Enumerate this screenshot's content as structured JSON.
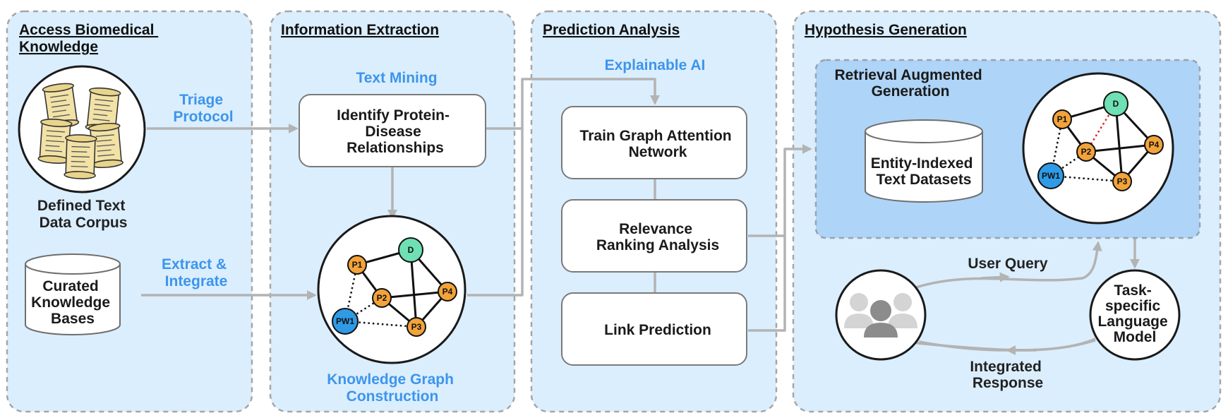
{
  "panels": [
    {
      "title_lines": [
        "Access Biomedical",
        "Knowledge"
      ]
    },
    {
      "title_lines": [
        "Information Extraction"
      ]
    },
    {
      "title_lines": [
        "Prediction Analysis"
      ]
    },
    {
      "title_lines": [
        "Hypothesis Generation"
      ]
    }
  ],
  "access": {
    "corpus_caption": [
      "Defined Text",
      "Data Corpus"
    ],
    "kb_caption": [
      "Curated",
      "Knowledge",
      "Bases"
    ],
    "triage_label": [
      "Triage",
      "Protocol"
    ],
    "extract_label": [
      "Extract &",
      "Integrate"
    ]
  },
  "extraction": {
    "text_mining": "Text Mining",
    "identify_box": [
      "Identify Protein-",
      "Disease",
      "Relationships"
    ],
    "kg_caption": [
      "Knowledge Graph",
      "Construction"
    ]
  },
  "prediction": {
    "explainable_ai": "Explainable AI",
    "boxes": [
      [
        "Train Graph Attention",
        "Network"
      ],
      [
        "Relevance",
        "Ranking Analysis"
      ],
      [
        "Link Prediction"
      ]
    ]
  },
  "hypothesis": {
    "rag_title": [
      "Retrieval Augmented",
      "Generation"
    ],
    "datasets": [
      "Entity-Indexed",
      "Text Datasets"
    ],
    "user_query": "User Query",
    "language_model": [
      "Task-",
      "specific",
      "Language",
      "Model"
    ],
    "integrated_response": [
      "Integrated",
      "Response"
    ]
  },
  "graph_nodes": [
    "D",
    "P1",
    "P2",
    "P3",
    "P4",
    "PW1"
  ],
  "colors": {
    "panel_fill": "#dbeefd",
    "rag_fill": "#aed4f7",
    "accent_text": "#3d95ec",
    "node_protein": "#f3a33a",
    "node_disease": "#6fe0b4",
    "node_pathway": "#2f9be6",
    "connector": "#b3b3b3",
    "highlight_edge": "#e02020"
  }
}
